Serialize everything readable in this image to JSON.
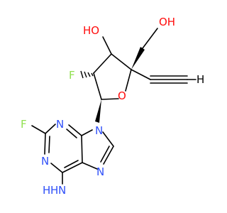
{
  "molecule": {
    "colors": {
      "carbon_bond": "#000000",
      "oxygen": "#ff0d0d",
      "nitrogen": "#3050f8",
      "fluorine": "#90e050",
      "alkyne_hydrogen": "#000000"
    },
    "labels": {
      "ho_ring": "HO",
      "oh_top": "OH",
      "f_ring": "F",
      "o_ring": "O",
      "n9": "N",
      "n3": "N",
      "n1": "N",
      "n7": "N",
      "f_purine": "F",
      "nh2_n": "N",
      "nh2_h2": "H",
      "nh2_h1": "H",
      "alkyne_h": "H"
    }
  }
}
